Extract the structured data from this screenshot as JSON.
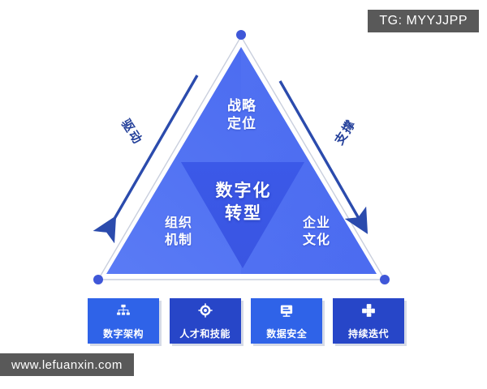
{
  "watermarks": {
    "tg_tag": "TG: MYYJJPP",
    "site_tag": "www.lefuanxin.com"
  },
  "diagram": {
    "type": "triangle-framework",
    "center": {
      "name": "center-concept",
      "text": "数字化\n转型"
    },
    "vertices": [
      {
        "name": "apex",
        "text": "战略\n定位"
      },
      {
        "name": "bottom-left",
        "text": "组织\n机制"
      },
      {
        "name": "bottom-right",
        "text": "企业\n文化"
      }
    ],
    "side_arrows": [
      {
        "name": "left-arrow",
        "text": "驱动",
        "direction": "down-left"
      },
      {
        "name": "right-arrow",
        "text": "支撑",
        "direction": "up-right"
      }
    ],
    "colors": {
      "triangle_light": "#4a6cf0",
      "triangle_mid": "#3f5fe8",
      "inner_triangle": "#3350e0",
      "arrow": "#2b4bad",
      "vertex_dot": "#3f57d8",
      "card_blue": "#2f63e8",
      "card_dark_blue": "#2746c8",
      "label_blue": "#24409a",
      "watermark_gray": "#595959"
    }
  },
  "cards": [
    {
      "name": "card-digital-architecture",
      "label": "数字架构",
      "icon": "org-chart-icon",
      "tone": "light"
    },
    {
      "name": "card-talent-skills",
      "label": "人才和技能",
      "icon": "target-icon",
      "tone": "dark"
    },
    {
      "name": "card-data-security",
      "label": "数据安全",
      "icon": "monitor-icon",
      "tone": "light"
    },
    {
      "name": "card-continuous-iteration",
      "label": "持续迭代",
      "icon": "puzzle-blocks-icon",
      "tone": "dark"
    }
  ]
}
